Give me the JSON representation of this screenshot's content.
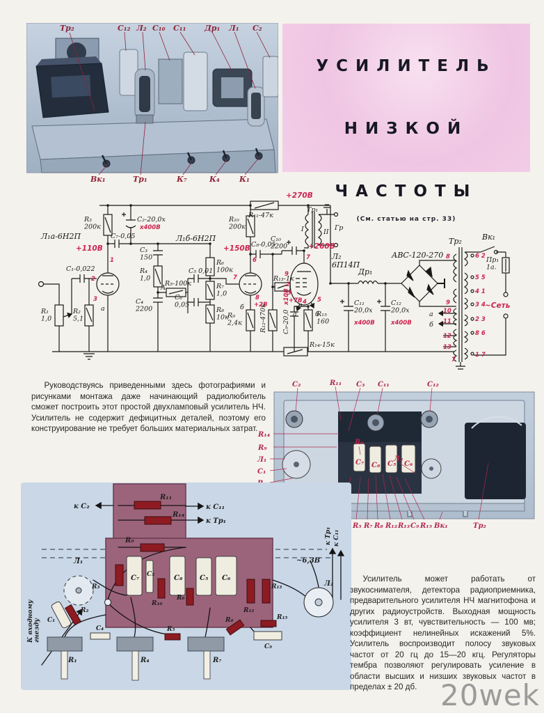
{
  "title_box": {
    "line1": "УСИЛИТЕЛЬ",
    "line2": "НИЗКОЙ",
    "line3": "ЧАСТОТЫ",
    "note": "(См. статью на стр. 33)"
  },
  "photo1": {
    "top": [
      "Тр₂",
      "С₁₂",
      "Л₂",
      "С₁₀",
      "С₁₁",
      "Др₁",
      "Л₁",
      "С₂"
    ],
    "bottom": [
      "Вк₁",
      "Тр₁",
      "К₇",
      "К₄",
      "К₁"
    ]
  },
  "para_left": "Руководствуясь приведенными здесь фотографиями и рисунками монтажа даже начинающий радиолюбитель сможет построить этот простой двухламповый усилитель НЧ. Усилитель не содержит дефицитных деталей, поэтому его конструирование не требует больших материальных затрат.",
  "para_right": "Усилитель может работать от звукоснимателя, детектора радиоприемника, предварительного усилителя НЧ магнитофона и других радиоустройств. Выходная мощность усилителя 3 вт, чувствительность — 100 мв; коэффициент нелинейных искажений 5%. Усилитель воспроизводит полосу звуковых частот от 20 гц до 15—20 кгц. Регуляторы тембра позволяют регулировать усиление в области высших и низших звуковых частот в пределах ± 20 дб.",
  "schematic": {
    "l1a": "Л₁а-6Н2П",
    "l1b": "Л₁б-6Н2П",
    "l2": "Л₂\n6П14П",
    "c1": "C₁-0,022",
    "r1": "R₁\n1,0",
    "r2": "R₂\n5,1",
    "r3": "R₃\n200к",
    "c2": "C₂-20,0х",
    "c2v": "х400В",
    "c7": "C₇-0,05",
    "c3": "C₃\n150",
    "r4": "R₄\n1,0",
    "c4": "C₄\n2200",
    "ptA": "А",
    "r5": "R₅-100к",
    "c5": "C₅ 0,01",
    "c6": "C₆\n0,05",
    "r6": "R₆\n100к",
    "r7": "R₇\n1,0",
    "r8": "R₈\n10к",
    "v110": "+110В",
    "v150": "+150В",
    "v270": "+270В",
    "v260": "+260В",
    "v2": "+2В",
    "v7": "+7В",
    "r10": "R₁₀\n200к",
    "r11": "R₁₁-47к",
    "c8": "C₈-0,05",
    "r9": "R₉\n2,4к",
    "r12": "R₁₂-470к",
    "c9": "С₉-20,0",
    "c9v": "х10В",
    "r13": "R₁₃-1к",
    "r14": "R₁₄-15к",
    "r15": "R₁₅\n160",
    "pin1": "1",
    "pin2": "2",
    "pin3": "3",
    "la0": "а",
    "pin6": "6",
    "pin7": "7",
    "pin8": "8",
    "lb1": "б",
    "pin9": "9",
    "pin2b": "2",
    "pin3b": "3",
    "pin4": "4",
    "pin5": "5",
    "pin7b": "7",
    "la2": "а",
    "lb2": "б",
    "tr1": "Тр₁",
    "w1": "I",
    "w2": "II",
    "gr": "Гр",
    "c10": "С₁₀\n2200",
    "dr1": "Др₁",
    "avs": "АВС-120-270",
    "c11": "С₁₁\n20,0х",
    "c11v": "х400В",
    "c12": "С₁₂\n20,0х",
    "c12v": "х400В",
    "tr2": "Тр₂",
    "vk1": "Вк₁",
    "pr1": "Пр₁\n1а.",
    "net": "~Сеть",
    "aArr": "а",
    "bArr": "б",
    "tapsL": [
      "8",
      "9",
      "10",
      "11",
      "12",
      "13"
    ],
    "tap7b": "7",
    "tapsR": [
      "6 2",
      "5 5",
      "4 1",
      "3 4",
      "2 3",
      "8 6",
      "1 7"
    ]
  },
  "photo2": {
    "top": [
      "С₂",
      "R₁₁",
      "С₃",
      "С₁₁",
      "С₁₂"
    ],
    "left": [
      "R₁₄",
      "R₉",
      "Л₁",
      "С₁",
      "R₂"
    ],
    "inner": [
      "R₆",
      "С₇",
      "С₈",
      "С₅",
      "С₆",
      "Л₂"
    ],
    "bottom": [
      "R₁",
      "С₄",
      "R₃",
      "R₄",
      "R₁₀",
      "R₅",
      "R₇",
      "R₈",
      "R₁₂",
      "R₁₃",
      "С₉",
      "R₁₅",
      "Вк₁",
      "Тр₂"
    ]
  },
  "wiring": {
    "input": "К входному\nгнезду",
    "kc2": "к С₂",
    "kc11": "к С₁₁",
    "ktr1": "к Тр₁",
    "ktr1v": "к Тр₁",
    "kc11v": "к С₁₁",
    "v63": "~6,3В",
    "l1": "Л₁",
    "l2": "Л₂",
    "r1": "R₁",
    "r2": "R₂",
    "r3": "R₃",
    "r4": "R₄",
    "r5": "R₅",
    "r6": "R₆",
    "r7": "R₇",
    "r8": "R₈",
    "r9": "R₉",
    "r10": "R₁₀",
    "r11": "R₁₁",
    "r12": "R₁₂",
    "r13": "R₁₃",
    "r14": "R₁₄",
    "r15": "R₁₅",
    "c1": "С₁",
    "c3": "С₃",
    "c4": "С₄",
    "c5": "С₅",
    "c6": "С₆",
    "c7": "С₇",
    "c8": "С₈",
    "c9": "С₉"
  },
  "watermark": "20wek",
  "colors": {
    "label_red_photo": "#8f2339",
    "label_red_bright": "#b3264c",
    "schematic_red": "#cc2450",
    "title_pink": "#efc5e3",
    "wiring_bg": "#c9d7e7",
    "board_maroon": "#9c647a"
  }
}
